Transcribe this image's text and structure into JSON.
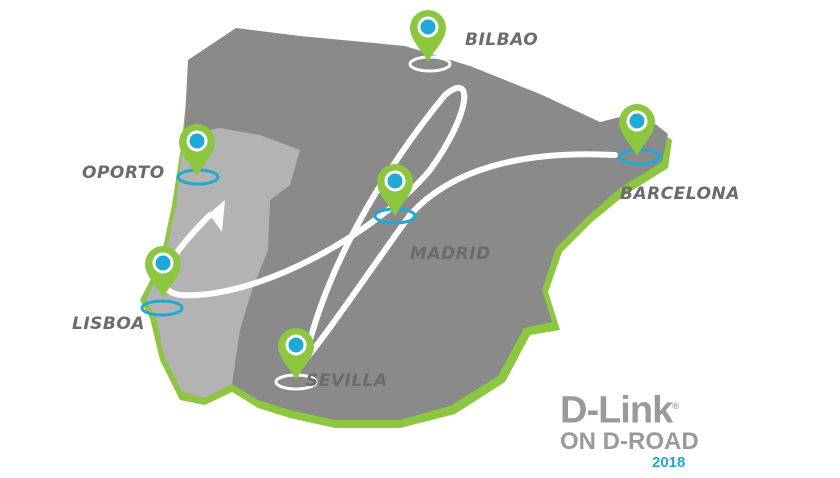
{
  "colors": {
    "land": "#8a8a8a",
    "portugal": "#b3b3b3",
    "coast": "#8dc63f",
    "route": "#ffffff",
    "pin": "#8dc63f",
    "pin_dot": "#1fa9d6",
    "label": "#6b6b6b"
  },
  "cities": [
    {
      "name": "BILBAO",
      "icon": "map-pin-icon"
    },
    {
      "name": "OPORTO",
      "icon": "map-pin-icon"
    },
    {
      "name": "MADRID",
      "icon": "map-pin-icon"
    },
    {
      "name": "BARCELONA",
      "icon": "map-pin-icon"
    },
    {
      "name": "LISBOA",
      "icon": "map-pin-icon"
    },
    {
      "name": "SEVILLA",
      "icon": "map-pin-icon"
    }
  ],
  "logo": {
    "brand": "D-Link",
    "registered": "®",
    "tagline": "ON D-ROAD",
    "year": "2018"
  }
}
